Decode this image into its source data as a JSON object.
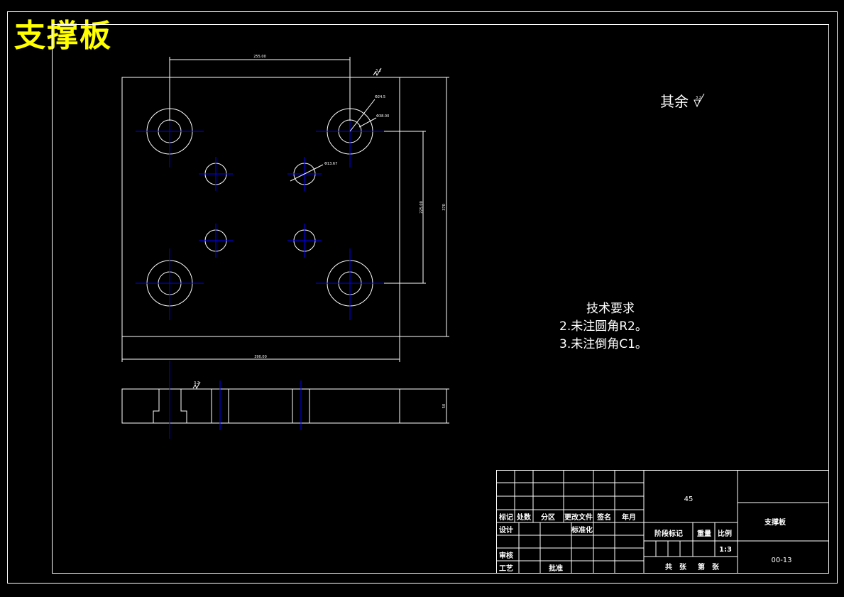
{
  "drawing": {
    "title": "支撑板",
    "remaining_roughness": "其余",
    "roughness_value": "3.2",
    "surface_mark": "3.2",
    "tech_requirements": {
      "heading": "技术要求",
      "items": [
        "2.未注圆角R2。",
        "3.未注倒角C1。"
      ]
    }
  },
  "dimensions": {
    "top_width": "255.00",
    "bottom_width": "390.00",
    "right_height": "225.00",
    "outer_height": "370",
    "large_bore": "Φ24.5",
    "large_bore_outer": "Φ38.00",
    "small_hole": "Φ13.67",
    "side_thickness": "50"
  },
  "title_block": {
    "headers": [
      "标记",
      "处数",
      "分区",
      "更改文件",
      "签名",
      "年月"
    ],
    "design": "设计",
    "standardization": "标准化",
    "review": "审核",
    "process": "工艺",
    "approve": "批准",
    "material": "45",
    "stage_mark": "阶段标记",
    "weight": "重量",
    "scale_label": "比例",
    "scale_value": "1:3",
    "sheets_total": "共",
    "sheets_unit": "张",
    "sheet_no": "第",
    "sheet_unit": "张",
    "part_name": "支撑板",
    "drawing_no": "00-13"
  }
}
